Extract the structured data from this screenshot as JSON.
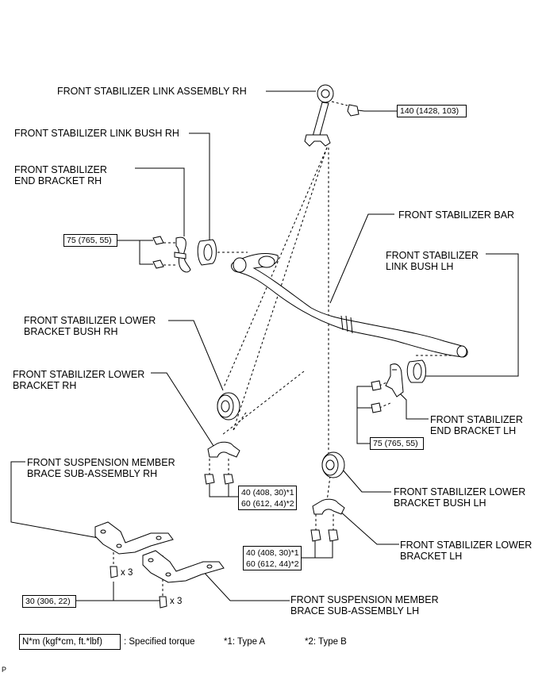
{
  "labels": {
    "link_assy_rh": "FRONT STABILIZER LINK ASSEMBLY RH",
    "link_bush_rh": "FRONT STABILIZER LINK BUSH RH",
    "end_bracket_rh": [
      "FRONT STABILIZER",
      "END BRACKET RH"
    ],
    "bar": "FRONT STABILIZER BAR",
    "link_bush_lh": [
      "FRONT STABILIZER",
      "LINK BUSH LH"
    ],
    "lower_bracket_bush_rh": [
      "FRONT STABILIZER LOWER",
      "BRACKET BUSH RH"
    ],
    "lower_bracket_rh": [
      "FRONT STABILIZER LOWER",
      "BRACKET RH"
    ],
    "end_bracket_lh": [
      "FRONT STABILIZER",
      "END BRACKET LH"
    ],
    "member_brace_rh": [
      "FRONT SUSPENSION MEMBER",
      "BRACE SUB-ASSEMBLY RH"
    ],
    "lower_bracket_bush_lh": [
      "FRONT STABILIZER LOWER",
      "BRACKET BUSH LH"
    ],
    "lower_bracket_lh": [
      "FRONT STABILIZER LOWER",
      "BRACKET LH"
    ],
    "member_brace_lh": [
      "FRONT SUSPENSION MEMBER",
      "BRACE SUB-ASSEMBLY LH"
    ]
  },
  "torques": {
    "link_nut": "140 (1428, 103)",
    "end_bracket_rh": "75 (765, 55)",
    "end_bracket_lh": "75 (765, 55)",
    "lower_rh_a": "40 (408, 30)*1",
    "lower_rh_b": "60 (612, 44)*2",
    "lower_lh_a": "40 (408, 30)*1",
    "lower_lh_b": "60 (612, 44)*2",
    "brace": "30 (306, 22)"
  },
  "quantities": {
    "brace_upper": "x 3",
    "brace_lower": "x 3"
  },
  "legend": {
    "unit_box": "N*m (kgf*cm, ft.*lbf)",
    "unit_desc": ": Specified torque",
    "type_a": "*1: Type A",
    "type_b": "*2: Type B"
  },
  "corner_mark": "P"
}
